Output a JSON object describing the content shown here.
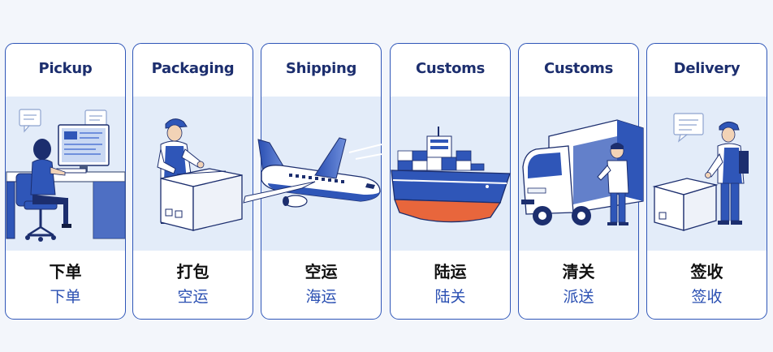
{
  "steps": [
    {
      "title": "Pickup",
      "cn": "下单",
      "sub": "下单",
      "icon": "person-at-computer-icon"
    },
    {
      "title": "Packaging",
      "cn": "打包",
      "sub": "空运",
      "icon": "worker-with-box-icon"
    },
    {
      "title": "Shipping",
      "cn": "空运",
      "sub": "海运",
      "icon": "airplane-icon"
    },
    {
      "title": "Customs",
      "cn": "陆运",
      "sub": "陆关",
      "icon": "cargo-ship-icon"
    },
    {
      "title": "Customs",
      "cn": "清关",
      "sub": "派送",
      "icon": "delivery-truck-icon"
    },
    {
      "title": "Delivery",
      "cn": "签收",
      "sub": "签收",
      "icon": "courier-with-package-icon"
    }
  ],
  "colors": {
    "border": "#2f56b8",
    "title": "#1c2e6e",
    "accent": "#2a4fb2",
    "band": "#e3ecf9",
    "ship_hull": "#e8663c"
  }
}
